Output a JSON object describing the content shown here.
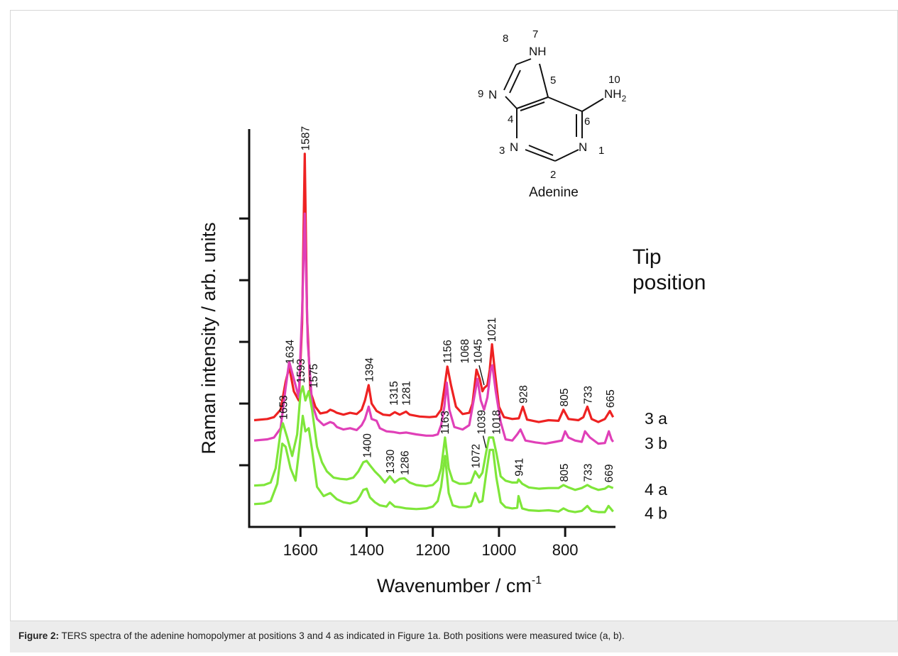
{
  "caption": {
    "label": "Figure 2:",
    "text": "TERS spectra of the adenine homopolymer at positions 3 and 4 as indicated in Figure 1a. Both positions were measured twice (a, b)."
  },
  "molecule": {
    "name": "Adenine",
    "atom_labels": [
      "1",
      "2",
      "3",
      "4",
      "5",
      "6",
      "7",
      "8",
      "9",
      "10"
    ],
    "group_labels": [
      "N",
      "N",
      "N",
      "NH",
      "NH2"
    ]
  },
  "colors": {
    "red": "#ee2222",
    "magenta": "#e040b8",
    "green": "#7fe63a",
    "axis": "#111111"
  },
  "chart_data": {
    "type": "line",
    "xlabel": "Wavenumber / cm-1",
    "xlabel_base": "Wavenumber / cm",
    "xlabel_sup": "-1",
    "ylabel": "Raman intensity / arb. units",
    "x_reversed": true,
    "xlim": [
      1755,
      648
    ],
    "ylim": [
      0,
      6.45
    ],
    "xticks": [
      1600,
      1400,
      1200,
      1000,
      800
    ],
    "yticks": [
      1,
      2,
      3,
      4,
      5
    ],
    "legend_title_lines": [
      "Tip",
      "position"
    ],
    "series": [
      {
        "name": "3 a",
        "color": "#ee2222",
        "peaks_label_order": [
          "1634",
          "1587",
          "1394",
          "1315",
          "1281",
          "1156",
          "1068",
          "1045",
          "1021",
          "928",
          "805",
          "733",
          "665"
        ],
        "x": [
          1740,
          1700,
          1680,
          1660,
          1645,
          1634,
          1620,
          1605,
          1595,
          1587,
          1580,
          1570,
          1555,
          1540,
          1520,
          1510,
          1500,
          1490,
          1470,
          1450,
          1430,
          1415,
          1405,
          1394,
          1385,
          1370,
          1350,
          1330,
          1315,
          1300,
          1281,
          1270,
          1240,
          1210,
          1190,
          1175,
          1165,
          1156,
          1145,
          1130,
          1110,
          1090,
          1080,
          1068,
          1058,
          1050,
          1045,
          1035,
          1028,
          1021,
          1012,
          1000,
          985,
          960,
          940,
          928,
          915,
          880,
          850,
          820,
          805,
          790,
          760,
          745,
          733,
          720,
          700,
          680,
          665,
          655
        ],
        "values": [
          1.73,
          1.75,
          1.78,
          1.9,
          2.35,
          2.59,
          2.2,
          2.05,
          3.3,
          6.05,
          3.4,
          2.2,
          1.95,
          1.84,
          1.86,
          1.9,
          1.88,
          1.85,
          1.82,
          1.85,
          1.83,
          1.9,
          2.05,
          2.3,
          2.0,
          1.88,
          1.82,
          1.81,
          1.86,
          1.82,
          1.87,
          1.82,
          1.79,
          1.78,
          1.79,
          1.9,
          2.25,
          2.6,
          2.3,
          1.95,
          1.83,
          1.85,
          2.0,
          2.55,
          2.4,
          2.2,
          2.25,
          2.3,
          2.55,
          2.96,
          2.5,
          1.95,
          1.78,
          1.75,
          1.76,
          1.95,
          1.74,
          1.7,
          1.73,
          1.72,
          1.9,
          1.75,
          1.73,
          1.78,
          1.95,
          1.75,
          1.7,
          1.75,
          1.88,
          1.78
        ]
      },
      {
        "name": "3 b",
        "color": "#e040b8",
        "peaks_label_order": [],
        "x": [
          1740,
          1700,
          1680,
          1660,
          1645,
          1634,
          1620,
          1605,
          1595,
          1587,
          1578,
          1565,
          1550,
          1530,
          1510,
          1500,
          1490,
          1470,
          1450,
          1430,
          1415,
          1405,
          1394,
          1385,
          1370,
          1360,
          1340,
          1320,
          1300,
          1280,
          1250,
          1220,
          1200,
          1185,
          1175,
          1165,
          1158,
          1150,
          1135,
          1110,
          1090,
          1075,
          1065,
          1055,
          1045,
          1035,
          1025,
          1020,
          1010,
          995,
          980,
          960,
          945,
          935,
          920,
          890,
          860,
          830,
          810,
          800,
          790,
          770,
          750,
          740,
          725,
          700,
          680,
          668,
          660,
          655
        ],
        "values": [
          1.4,
          1.42,
          1.45,
          1.6,
          2.25,
          2.68,
          2.4,
          2.1,
          3.5,
          5.08,
          3.0,
          2.0,
          1.75,
          1.65,
          1.7,
          1.68,
          1.62,
          1.58,
          1.6,
          1.57,
          1.65,
          1.75,
          1.95,
          1.75,
          1.72,
          1.6,
          1.55,
          1.54,
          1.52,
          1.53,
          1.5,
          1.48,
          1.48,
          1.5,
          1.65,
          1.95,
          2.34,
          1.9,
          1.62,
          1.58,
          1.65,
          2.1,
          2.4,
          2.05,
          1.9,
          2.1,
          2.55,
          2.62,
          2.2,
          1.7,
          1.42,
          1.4,
          1.5,
          1.58,
          1.4,
          1.37,
          1.35,
          1.38,
          1.4,
          1.55,
          1.45,
          1.4,
          1.38,
          1.55,
          1.45,
          1.35,
          1.36,
          1.55,
          1.42,
          1.38
        ]
      },
      {
        "name": "4 a",
        "color": "#7fe63a",
        "peaks_label_order": [
          "1653",
          "1593",
          "1575",
          "1400",
          "1330",
          "1286",
          "1163",
          "1072",
          "1039",
          "1018",
          "941",
          "805",
          "733",
          "669"
        ],
        "x": [
          1740,
          1710,
          1690,
          1675,
          1660,
          1653,
          1640,
          1625,
          1610,
          1600,
          1593,
          1585,
          1575,
          1565,
          1550,
          1535,
          1520,
          1500,
          1480,
          1460,
          1440,
          1425,
          1410,
          1400,
          1390,
          1375,
          1360,
          1345,
          1330,
          1315,
          1300,
          1286,
          1270,
          1250,
          1220,
          1200,
          1185,
          1175,
          1163,
          1152,
          1140,
          1120,
          1100,
          1085,
          1072,
          1060,
          1050,
          1039,
          1030,
          1018,
          1008,
          995,
          980,
          960,
          945,
          941,
          930,
          910,
          880,
          850,
          820,
          805,
          790,
          770,
          750,
          733,
          720,
          700,
          680,
          669,
          655
        ],
        "values": [
          0.67,
          0.68,
          0.72,
          0.95,
          1.55,
          1.68,
          1.45,
          1.15,
          1.5,
          2.15,
          2.28,
          2.05,
          2.2,
          1.9,
          1.3,
          1.05,
          0.9,
          0.8,
          0.78,
          0.77,
          0.8,
          0.9,
          1.05,
          1.07,
          1.0,
          0.9,
          0.82,
          0.72,
          0.82,
          0.72,
          0.78,
          0.79,
          0.72,
          0.68,
          0.66,
          0.68,
          0.76,
          0.95,
          1.45,
          0.95,
          0.75,
          0.7,
          0.7,
          0.72,
          0.9,
          0.8,
          0.88,
          1.2,
          1.45,
          1.45,
          1.2,
          0.82,
          0.75,
          0.72,
          0.72,
          0.77,
          0.7,
          0.64,
          0.62,
          0.63,
          0.63,
          0.68,
          0.64,
          0.6,
          0.63,
          0.68,
          0.64,
          0.6,
          0.62,
          0.66,
          0.63
        ]
      },
      {
        "name": "4 b",
        "color": "#7fe63a",
        "peaks_label_order": [],
        "x": [
          1740,
          1710,
          1690,
          1670,
          1655,
          1645,
          1630,
          1615,
          1603,
          1593,
          1585,
          1575,
          1565,
          1550,
          1530,
          1510,
          1490,
          1470,
          1450,
          1430,
          1420,
          1410,
          1400,
          1390,
          1375,
          1360,
          1340,
          1330,
          1315,
          1300,
          1280,
          1250,
          1220,
          1200,
          1185,
          1175,
          1163,
          1152,
          1140,
          1120,
          1100,
          1085,
          1072,
          1060,
          1050,
          1039,
          1028,
          1018,
          1008,
          995,
          980,
          960,
          945,
          941,
          930,
          910,
          880,
          850,
          820,
          805,
          790,
          770,
          750,
          733,
          720,
          700,
          680,
          669,
          655
        ],
        "values": [
          0.37,
          0.38,
          0.42,
          0.7,
          1.35,
          1.3,
          0.95,
          0.75,
          1.3,
          1.8,
          1.55,
          1.6,
          1.25,
          0.65,
          0.5,
          0.55,
          0.45,
          0.4,
          0.38,
          0.42,
          0.5,
          0.6,
          0.62,
          0.48,
          0.4,
          0.35,
          0.33,
          0.4,
          0.33,
          0.32,
          0.3,
          0.29,
          0.3,
          0.33,
          0.42,
          0.65,
          1.15,
          0.55,
          0.35,
          0.32,
          0.32,
          0.34,
          0.55,
          0.4,
          0.42,
          0.85,
          1.25,
          1.25,
          0.8,
          0.4,
          0.32,
          0.3,
          0.31,
          0.5,
          0.3,
          0.27,
          0.26,
          0.27,
          0.25,
          0.3,
          0.26,
          0.24,
          0.26,
          0.34,
          0.26,
          0.24,
          0.24,
          0.34,
          0.25
        ]
      }
    ],
    "annotations": [
      {
        "text": "1634",
        "x": 1634,
        "y": 2.64
      },
      {
        "text": "1587",
        "x": 1587,
        "y": 6.1
      },
      {
        "text": "1394",
        "x": 1394,
        "y": 2.35
      },
      {
        "text": "1315",
        "x": 1320,
        "y": 1.97
      },
      {
        "text": "1281",
        "x": 1282,
        "y": 1.97
      },
      {
        "text": "1156",
        "x": 1158,
        "y": 2.65
      },
      {
        "text": "1068",
        "x": 1105,
        "y": 2.65
      },
      {
        "text": "1045",
        "x": 1065,
        "y": 2.65
      },
      {
        "text": "1021",
        "x": 1023,
        "y": 3.0
      },
      {
        "text": "928",
        "x": 928,
        "y": 2.0
      },
      {
        "text": "805",
        "x": 805,
        "y": 1.95
      },
      {
        "text": "733",
        "x": 733,
        "y": 1.99
      },
      {
        "text": "665",
        "x": 665,
        "y": 1.93
      },
      {
        "text": "1653",
        "x": 1653,
        "y": 1.74
      },
      {
        "text": "1593",
        "x": 1600,
        "y": 2.33
      },
      {
        "text": "1575",
        "x": 1562,
        "y": 2.25
      },
      {
        "text": "1400",
        "x": 1400,
        "y": 1.12
      },
      {
        "text": "1330",
        "x": 1330,
        "y": 0.86
      },
      {
        "text": "1286",
        "x": 1286,
        "y": 0.84
      },
      {
        "text": "1163",
        "x": 1165,
        "y": 1.5
      },
      {
        "text": "1072",
        "x": 1072,
        "y": 0.95
      },
      {
        "text": "1039",
        "x": 1055,
        "y": 1.5
      },
      {
        "text": "1018",
        "x": 1010,
        "y": 1.5
      },
      {
        "text": "941",
        "x": 941,
        "y": 0.82
      },
      {
        "text": "805",
        "x": 805,
        "y": 0.73
      },
      {
        "text": "733",
        "x": 733,
        "y": 0.73
      },
      {
        "text": "669",
        "x": 669,
        "y": 0.72
      }
    ],
    "leader_lines": [
      {
        "from_x": 1060,
        "from_y": 2.62,
        "to_x": 1045,
        "to_y": 2.3
      },
      {
        "from_x": 1048,
        "from_y": 1.48,
        "to_x": 1039,
        "to_y": 1.28
      }
    ]
  }
}
